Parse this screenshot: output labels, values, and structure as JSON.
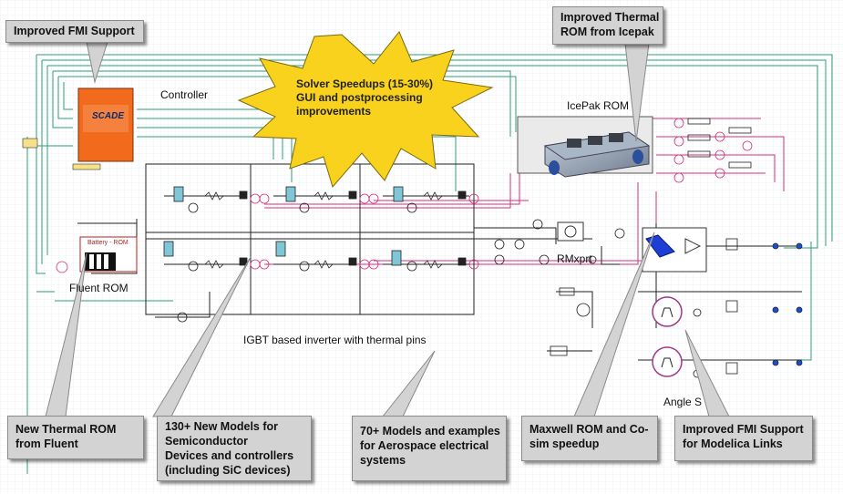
{
  "callouts": {
    "fmi_top": "Improved FMI Support",
    "thermal_icepak": [
      "Improved Thermal",
      "ROM from Icepak"
    ],
    "thermal_fluent": [
      "New Thermal ROM",
      "from Fluent"
    ],
    "semiconductor": [
      "130+ New Models for",
      "Semiconductor",
      "Devices and controllers",
      "(including SiC devices)"
    ],
    "aerospace": [
      "70+ Models and examples",
      "for Aerospace electrical",
      "systems"
    ],
    "maxwell": [
      "Maxwell ROM and Co-",
      "sim speedup"
    ],
    "fmi_modelica": [
      "Improved FMI Support",
      "for Modelica Links"
    ]
  },
  "starburst": [
    "Solver Speedups (15-30%)",
    "GUI and postprocessing",
    "improvements"
  ],
  "labels": {
    "controller": "Controller",
    "icepak_rom": "IcePak ROM",
    "fluent_rom": "Fluent ROM",
    "battery_rom": "Battery - ROM",
    "inverter": "IGBT based inverter with thermal pins",
    "rmxprt": "RMxprt",
    "angle_sensor": "Angle S",
    "scade": "SCADE"
  },
  "colors": {
    "wire_green": "#2e9c78",
    "wire_pink": "#d0307a",
    "wire_dark": "#222222",
    "callout_bg": "#d3d3d3",
    "star_fill": "#f8d21c",
    "controller_fill": "#f26b1d"
  }
}
